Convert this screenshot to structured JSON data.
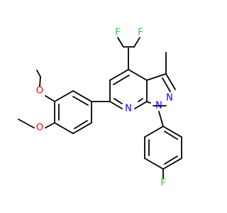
{
  "atoms": {
    "f_left": {
      "text": "F"
    },
    "f_right": {
      "text": "F"
    },
    "o_upper": {
      "text": "O"
    },
    "o_lower": {
      "text": "O"
    },
    "n_pyridine": {
      "text": "N"
    },
    "n_pyrazole_2": {
      "text": "N"
    },
    "n_pyrazole_1": {
      "text": "N"
    },
    "f_para": {
      "text": "F"
    }
  },
  "colors": {
    "bond": "#000000",
    "fluorine": "#33cc33",
    "oxygen": "#ff0000",
    "nitrogen": "#0000ff"
  }
}
